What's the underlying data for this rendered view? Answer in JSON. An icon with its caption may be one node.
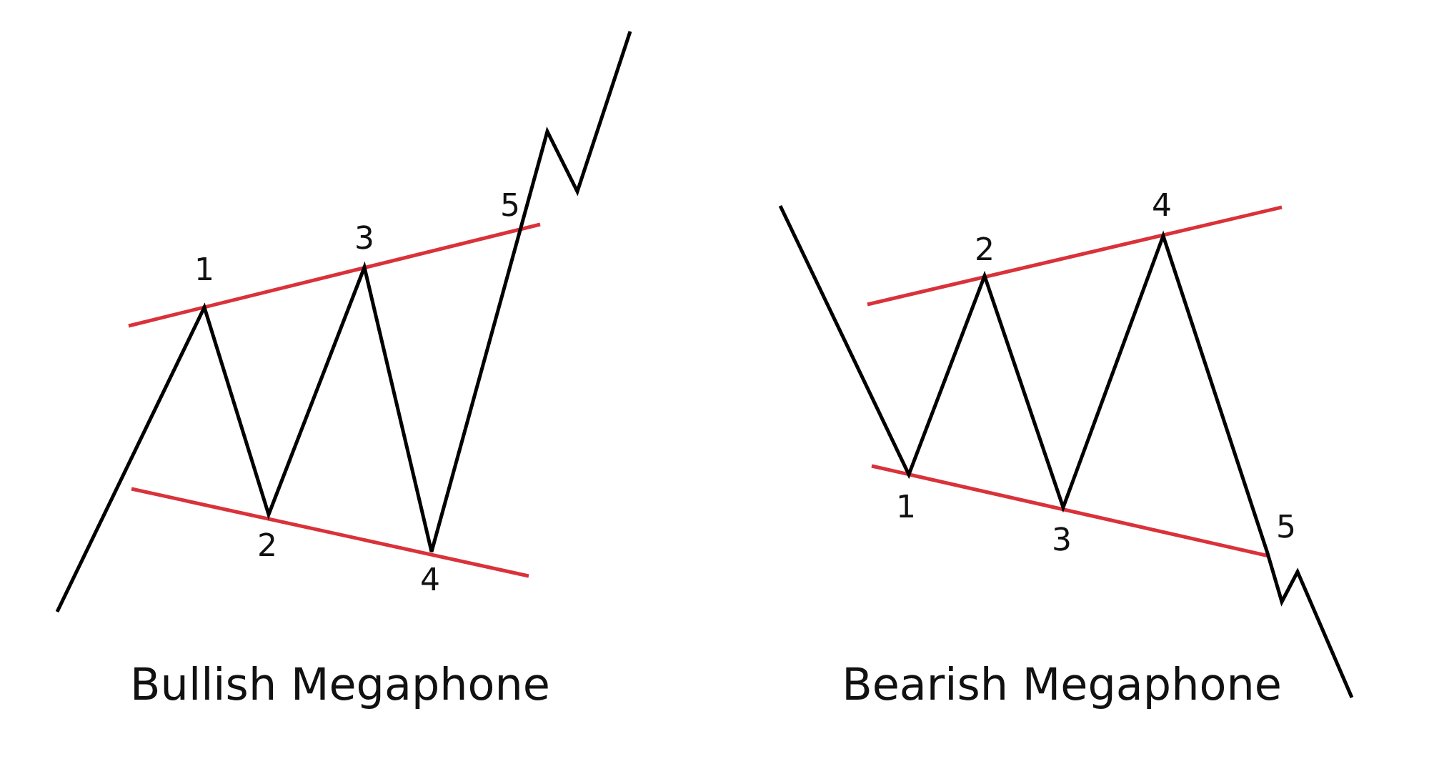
{
  "diagram": {
    "labels": [
      "1",
      "3",
      "5",
      "2",
      "4",
      "Bullish Megaphone",
      "2",
      "4",
      "1",
      "3",
      "5",
      "Bearish Megaphone"
    ]
  }
}
